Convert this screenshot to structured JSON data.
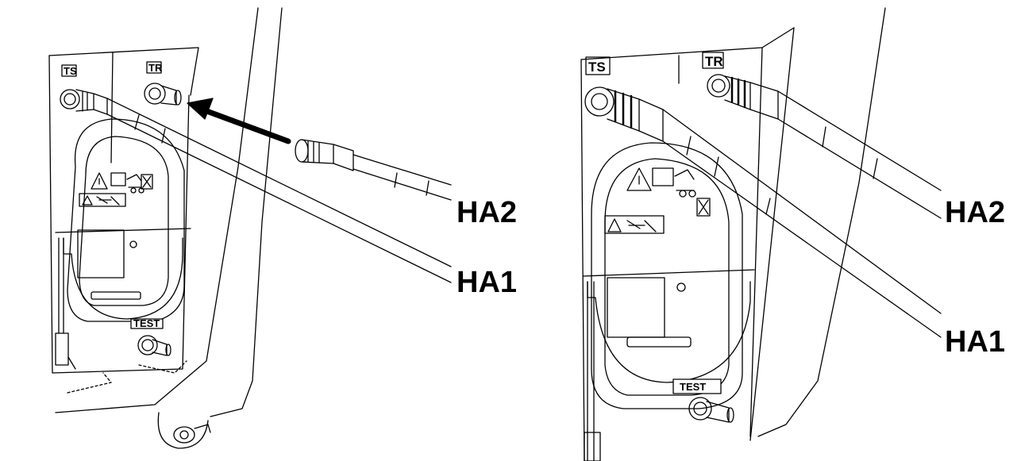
{
  "left_panel": {
    "port_labels": [
      "TS",
      "TR",
      "TEST"
    ],
    "hose_labels": [
      "HA2",
      "HA1"
    ]
  },
  "right_panel": {
    "port_labels": [
      "TS",
      "TR",
      "TEST"
    ],
    "hose_labels": [
      "HA2",
      "HA1"
    ]
  },
  "colors": {
    "line": "#000000",
    "background": "#ffffff"
  }
}
